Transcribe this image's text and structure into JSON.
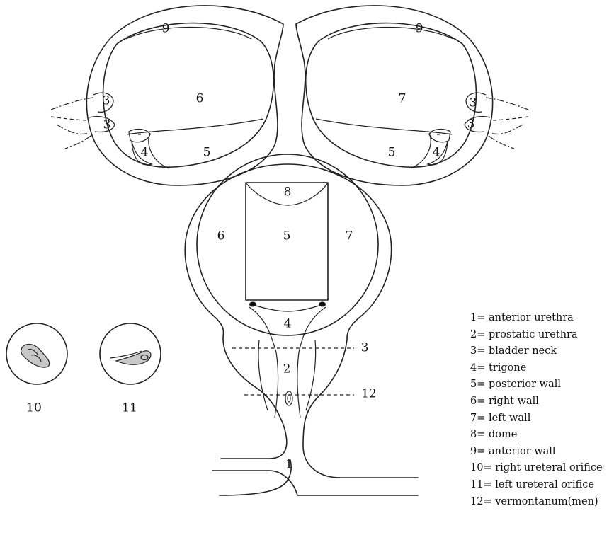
{
  "labels": {
    "left_view": {
      "anterior_wall": "9",
      "bladder_neck_upper": "3",
      "bladder_neck_lower": "3",
      "side_wall": "6",
      "trigone": "4",
      "posterior_wall": "5",
      "orifice": "-"
    },
    "right_view": {
      "anterior_wall": "9",
      "bladder_neck_upper": "3",
      "bladder_neck_lower": "3",
      "side_wall": "7",
      "trigone": "4",
      "posterior_wall": "5",
      "orifice": "-"
    },
    "central_view": {
      "dome": "8",
      "right_wall": "6",
      "posterior_wall": "5",
      "left_wall": "7",
      "trigone": "4",
      "bladder_neck_line": "3",
      "prostatic_urethra": "2",
      "vermontanum_line": "12",
      "anterior_urethra": "1"
    },
    "orifice_views": {
      "right": "10",
      "left": "11"
    }
  },
  "legend": [
    "1= anterior urethra",
    "2= prostatic urethra",
    "3= bladder neck",
    "4= trigone",
    "5= posterior wall",
    "6= right wall",
    "7= left wall",
    "8= dome",
    "9= anterior wall",
    "10= right ureteral orifice",
    "11= left ureteral orifice",
    "12= vermontanum(men)"
  ]
}
